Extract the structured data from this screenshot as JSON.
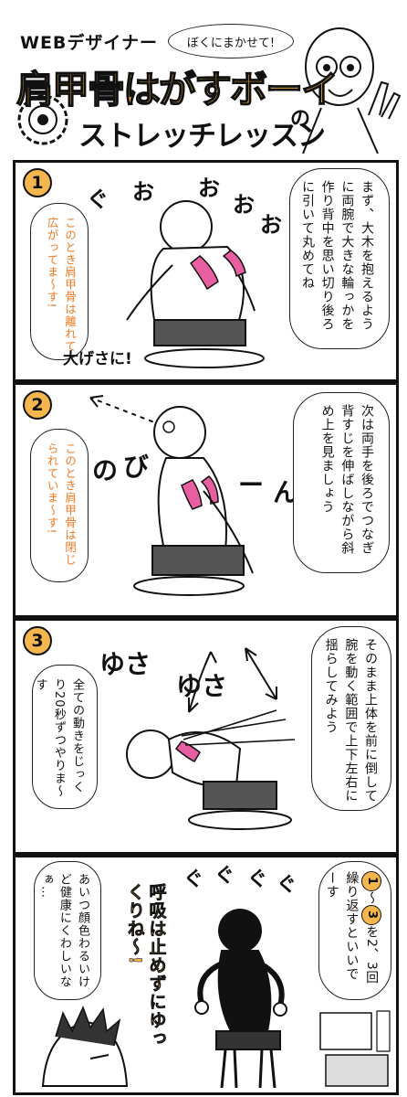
{
  "header": {
    "label": "WEBデザイナー",
    "speech": "ぼくにまかせて!",
    "title": "肩甲骨はがすボーイ",
    "title_no": "の",
    "subtitle": "ストレッチレッスン"
  },
  "panels": [
    {
      "number": "1",
      "main_text": "まず、大木を抱えるように両腕で大きな輪っかを作り背中を思い切り後ろに引いて丸めてね",
      "note": "このとき肩甲骨は離れて広がってま〜す!",
      "sfx": [
        "ぐ",
        "お",
        "お",
        "お",
        "お"
      ],
      "caption": "大げさに!"
    },
    {
      "number": "2",
      "main_text": "次は両手を後ろでつなぎ背すじを伸ばしながら斜め上を見ましょう",
      "note": "このとき肩甲骨は閉じられていま〜す!",
      "sfx": [
        "の",
        "び",
        "ー",
        "ん"
      ]
    },
    {
      "number": "3",
      "main_text": "そのまま上体を前に倒して腕を動く範囲で上下左右に揺らしてみよう",
      "note": "全ての動きをじっくり20秒ずつやりま〜す",
      "sfx": [
        "ゆさ",
        "ゆさ"
      ]
    },
    {
      "number_start": "1",
      "range_sep": "〜",
      "number_end": "3",
      "main_text_rest": "を2、3回繰り返すといいでーす",
      "note": "呼吸は止めずにゆっくりね〜!",
      "side_text": "あいつ顔色わるいけど健康にくわしいなぁ…",
      "sfx": [
        "ぐ",
        "ぐ",
        "ぐ",
        "ぐ"
      ]
    }
  ],
  "colors": {
    "accent": "#f4b64d",
    "note_orange": "#ed7b25",
    "scapula_pink": "#e75fa0",
    "ink": "#111111"
  }
}
